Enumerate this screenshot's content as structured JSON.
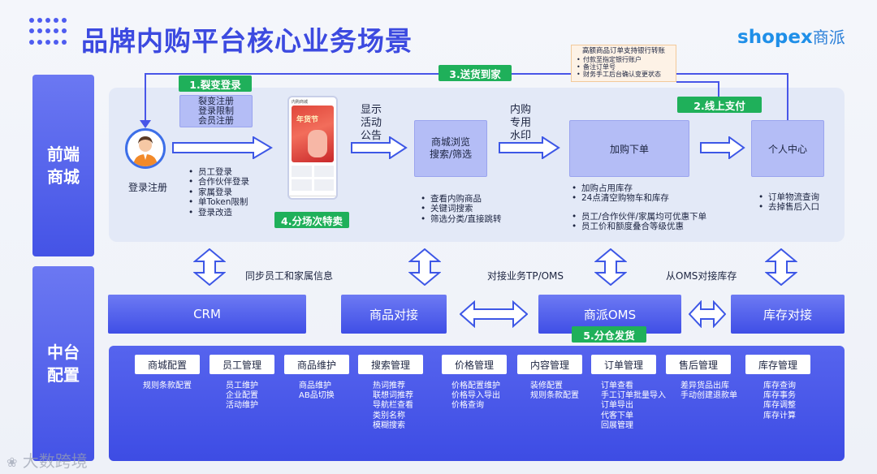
{
  "title": "品牌内购平台核心业务场景",
  "logo": {
    "brand": "shopex",
    "suffix": "商派"
  },
  "sections": {
    "front": "前端\n商城",
    "middle": "中台\n配置"
  },
  "tags": {
    "step1": "1.裂变登录",
    "step2": "2.线上支付",
    "step3": "3.送货到家",
    "step4": "4.分场次特卖",
    "step5": "5.分仓发货"
  },
  "note": {
    "title": "高额商品订单支持银行转账",
    "items": [
      "付款至指定银行账户",
      "备注订单号",
      "财务手工后台确认变更状态"
    ]
  },
  "login": {
    "label": "登录注册",
    "box_lines": [
      "裂变注册",
      "登录限制",
      "会员注册"
    ],
    "bullets": [
      "员工登录",
      "合作伙伴登录",
      "家属登录",
      "单Token限制",
      "登录改造"
    ]
  },
  "display_label": "显示\n活动\n公告",
  "browse": {
    "label": "商城浏览\n搜索/筛选",
    "bullets": [
      "查看内购商品",
      "关键词搜索",
      "筛选分类/直接跳转"
    ]
  },
  "watermark_label": "内购\n专用\n水印",
  "cart": {
    "label": "加购下单",
    "bullets": [
      "加购占用库存",
      "24点清空购物车和库存"
    ],
    "bullets2": [
      "员工/合作伙伴/家属均可优惠下单",
      "员工价和额度叠合等级优惠"
    ]
  },
  "personal": {
    "label": "个人中心",
    "bullets": [
      "订单物流查询",
      "去掉售后入口"
    ]
  },
  "sync_texts": {
    "crm": "同步员工和家属信息",
    "oms": "对接业务TP/OMS",
    "stock": "从OMS对接库存"
  },
  "middle": {
    "crm": "CRM",
    "product": "商品对接",
    "oms": "商派OMS",
    "stock": "库存对接"
  },
  "config": [
    {
      "header": "商城配置",
      "items": [
        "规则条款配置"
      ]
    },
    {
      "header": "员工管理",
      "items": [
        "员工维护",
        "企业配置",
        "活动维护"
      ]
    },
    {
      "header": "商品维护",
      "items": [
        "商品维护",
        "AB品切换"
      ]
    },
    {
      "header": "搜索管理",
      "items": [
        "热词推荐",
        "联想词推荐",
        "导航栏查看",
        "类别名称",
        "模糊搜索"
      ]
    },
    {
      "header": "价格管理",
      "items": [
        "价格配置维护",
        "价格导入导出",
        "价格查询"
      ]
    },
    {
      "header": "内容管理",
      "items": [
        "装修配置",
        "规则条款配置"
      ]
    },
    {
      "header": "订单管理",
      "items": [
        "订单查看",
        "手工订单批量导入",
        "订单导出",
        "代客下单",
        "回展管理"
      ]
    },
    {
      "header": "售后管理",
      "items": [
        "差异货品出库",
        "手动创建退款单"
      ]
    },
    {
      "header": "库存管理",
      "items": [
        "库存查询",
        "库存事务",
        "库存调整",
        "库存计算"
      ]
    }
  ],
  "phone": {
    "banner": "年货节",
    "top_text": "内购商城"
  },
  "page_watermark": "大数跨境",
  "colors": {
    "primary": "#4453e6",
    "green": "#1fb05a",
    "light_panel": "#e3e9f7"
  }
}
